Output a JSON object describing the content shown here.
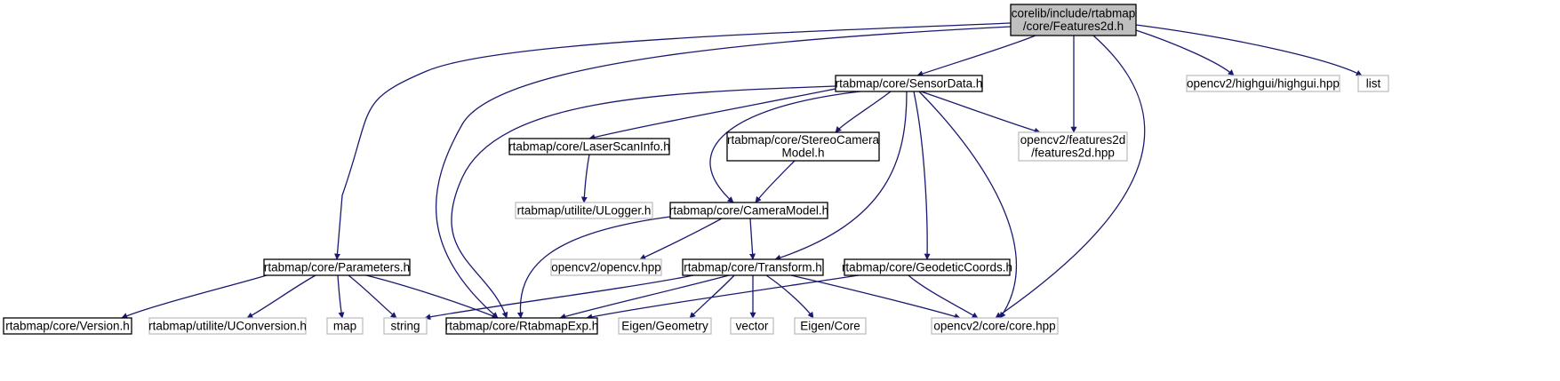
{
  "graph": {
    "root": "n_features2d",
    "colors": {
      "edge": "#191970",
      "node_border_defined": "#000000",
      "node_border_external": "#bfbfbf",
      "root_fill": "#bfbfbf",
      "node_fill": "#ffffff",
      "text": "#000000"
    },
    "nodes": [
      {
        "id": "n_features2d",
        "lines": [
          "corelib/include/rtabmap",
          "/core/Features2d.h"
        ],
        "kind": "root"
      },
      {
        "id": "n_sensordata",
        "lines": [
          "rtabmap/core/SensorData.h"
        ],
        "kind": "defined"
      },
      {
        "id": "n_highgui",
        "lines": [
          "opencv2/highgui/highgui.hpp"
        ],
        "kind": "external"
      },
      {
        "id": "n_list",
        "lines": [
          "list"
        ],
        "kind": "external"
      },
      {
        "id": "n_laserscaninfo",
        "lines": [
          "rtabmap/core/LaserScanInfo.h"
        ],
        "kind": "defined"
      },
      {
        "id": "n_stereocamera",
        "lines": [
          "rtabmap/core/StereoCamera",
          "Model.h"
        ],
        "kind": "defined"
      },
      {
        "id": "n_features2dhpp",
        "lines": [
          "opencv2/features2d",
          "/features2d.hpp"
        ],
        "kind": "external"
      },
      {
        "id": "n_ulogger",
        "lines": [
          "rtabmap/utilite/ULogger.h"
        ],
        "kind": "external"
      },
      {
        "id": "n_cameramodel",
        "lines": [
          "rtabmap/core/CameraModel.h"
        ],
        "kind": "defined"
      },
      {
        "id": "n_parameters",
        "lines": [
          "rtabmap/core/Parameters.h"
        ],
        "kind": "defined"
      },
      {
        "id": "n_opencvhpp",
        "lines": [
          "opencv2/opencv.hpp"
        ],
        "kind": "external"
      },
      {
        "id": "n_transform",
        "lines": [
          "rtabmap/core/Transform.h"
        ],
        "kind": "defined"
      },
      {
        "id": "n_geodetic",
        "lines": [
          "rtabmap/core/GeodeticCoords.h"
        ],
        "kind": "defined"
      },
      {
        "id": "n_version",
        "lines": [
          "rtabmap/core/Version.h"
        ],
        "kind": "defined"
      },
      {
        "id": "n_uconversion",
        "lines": [
          "rtabmap/utilite/UConversion.h"
        ],
        "kind": "external"
      },
      {
        "id": "n_map",
        "lines": [
          "map"
        ],
        "kind": "external"
      },
      {
        "id": "n_string",
        "lines": [
          "string"
        ],
        "kind": "external"
      },
      {
        "id": "n_rtabmapexp",
        "lines": [
          "rtabmap/core/RtabmapExp.h"
        ],
        "kind": "defined"
      },
      {
        "id": "n_eigengeometry",
        "lines": [
          "Eigen/Geometry"
        ],
        "kind": "external"
      },
      {
        "id": "n_vector",
        "lines": [
          "vector"
        ],
        "kind": "external"
      },
      {
        "id": "n_eigencore",
        "lines": [
          "Eigen/Core"
        ],
        "kind": "external"
      },
      {
        "id": "n_corehpp",
        "lines": [
          "opencv2/core/core.hpp"
        ],
        "kind": "external"
      }
    ],
    "edges": [
      {
        "from": "n_features2d",
        "to": "n_sensordata"
      },
      {
        "from": "n_features2d",
        "to": "n_highgui"
      },
      {
        "from": "n_features2d",
        "to": "n_list"
      },
      {
        "from": "n_features2d",
        "to": "n_features2dhpp"
      },
      {
        "from": "n_features2d",
        "to": "n_corehpp"
      },
      {
        "from": "n_features2d",
        "to": "n_parameters"
      },
      {
        "from": "n_features2d",
        "to": "n_rtabmapexp"
      },
      {
        "from": "n_sensordata",
        "to": "n_laserscaninfo"
      },
      {
        "from": "n_sensordata",
        "to": "n_stereocamera"
      },
      {
        "from": "n_sensordata",
        "to": "n_features2dhpp"
      },
      {
        "from": "n_sensordata",
        "to": "n_cameramodel"
      },
      {
        "from": "n_sensordata",
        "to": "n_transform"
      },
      {
        "from": "n_sensordata",
        "to": "n_geodetic"
      },
      {
        "from": "n_sensordata",
        "to": "n_rtabmapexp"
      },
      {
        "from": "n_sensordata",
        "to": "n_corehpp"
      },
      {
        "from": "n_laserscaninfo",
        "to": "n_ulogger"
      },
      {
        "from": "n_stereocamera",
        "to": "n_cameramodel"
      },
      {
        "from": "n_cameramodel",
        "to": "n_opencvhpp"
      },
      {
        "from": "n_cameramodel",
        "to": "n_transform"
      },
      {
        "from": "n_cameramodel",
        "to": "n_rtabmapexp"
      },
      {
        "from": "n_parameters",
        "to": "n_version"
      },
      {
        "from": "n_parameters",
        "to": "n_uconversion"
      },
      {
        "from": "n_parameters",
        "to": "n_map"
      },
      {
        "from": "n_parameters",
        "to": "n_string"
      },
      {
        "from": "n_parameters",
        "to": "n_rtabmapexp"
      },
      {
        "from": "n_transform",
        "to": "n_string"
      },
      {
        "from": "n_transform",
        "to": "n_rtabmapexp"
      },
      {
        "from": "n_transform",
        "to": "n_eigengeometry"
      },
      {
        "from": "n_transform",
        "to": "n_vector"
      },
      {
        "from": "n_transform",
        "to": "n_eigencore"
      },
      {
        "from": "n_transform",
        "to": "n_corehpp"
      },
      {
        "from": "n_geodetic",
        "to": "n_rtabmapexp"
      },
      {
        "from": "n_geodetic",
        "to": "n_corehpp"
      }
    ]
  }
}
